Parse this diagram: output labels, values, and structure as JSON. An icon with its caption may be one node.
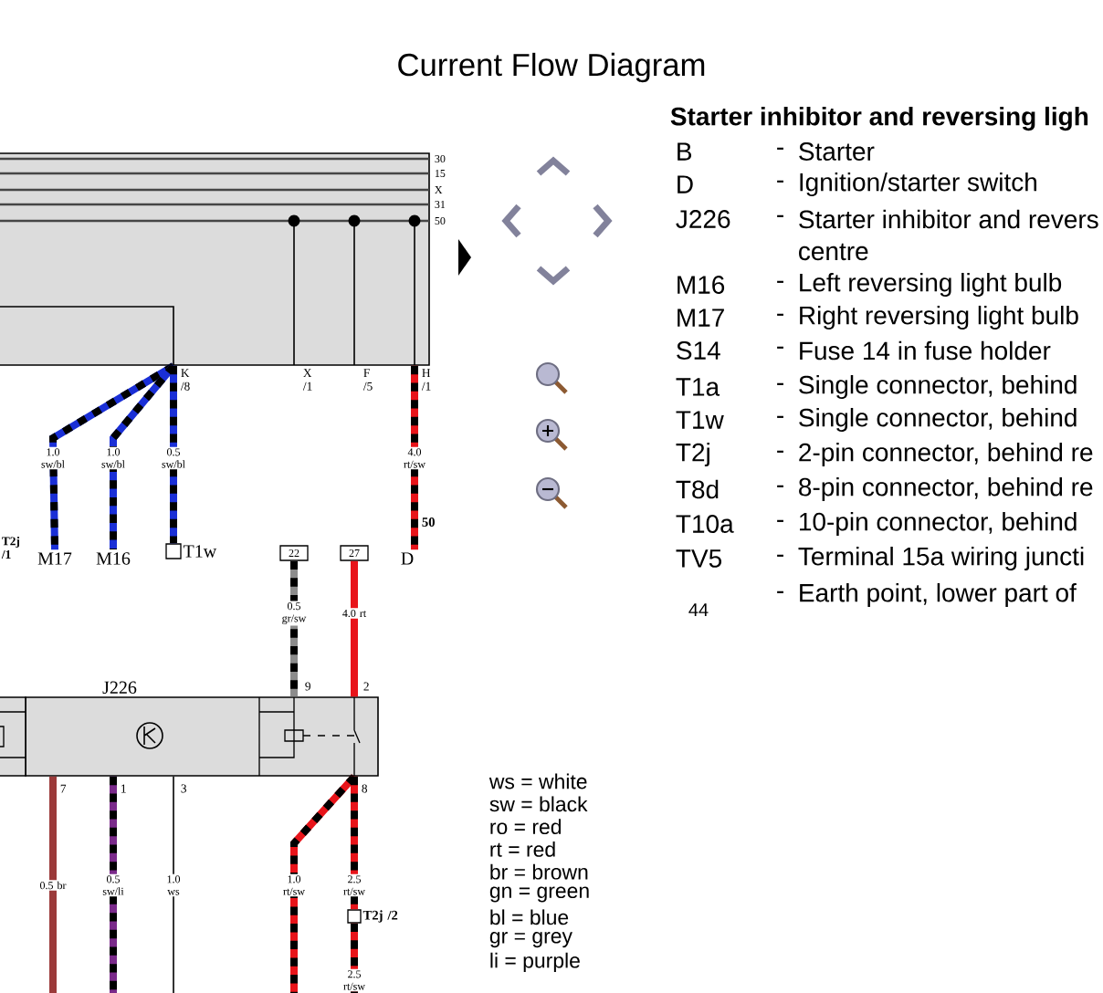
{
  "diagram": {
    "title": "Current Flow Diagram",
    "nodes": [
      {
        "text": [],
        "shape": "box",
        "beside": [
          "30",
          "15",
          "X",
          "31",
          "50",
          "K /8",
          "X /1",
          "F /5",
          "H /1"
        ]
      },
      {
        "text": [
          "M17"
        ]
      },
      {
        "text": [
          "M16"
        ]
      },
      {
        "text": [
          "T1w"
        ]
      },
      {
        "text": [
          "D"
        ],
        "beside": [
          "50"
        ]
      },
      {
        "text": [
          "22"
        ]
      },
      {
        "text": [
          "27"
        ]
      },
      {
        "text": [
          "J226"
        ]
      },
      {
        "text": [
          "T2j /2"
        ]
      }
    ],
    "edges": [
      {
        "from": 0,
        "to": 1,
        "arrow": "none",
        "label": "1.0 sw/bl",
        "color": "#1a2fd6"
      },
      {
        "from": 0,
        "to": 2,
        "arrow": "none",
        "label": "1.0 sw/bl",
        "color": "#1a2fd6"
      },
      {
        "from": 0,
        "to": 3,
        "arrow": "none",
        "label": "0.5 sw/bl",
        "color": "#1a2fd6"
      },
      {
        "from": 0,
        "to": 4,
        "arrow": "none",
        "label": "4.0 rt/sw",
        "color": "#e8141a"
      },
      {
        "from": 5,
        "to": 7,
        "arrow": "none",
        "label": "0.5 gr/sw",
        "color": "#8c8c8c"
      },
      {
        "from": 6,
        "to": 7,
        "arrow": "none",
        "label": "4.0 rt",
        "color": "#e8141a"
      },
      {
        "from": 7,
        "to": null,
        "arrow": "none",
        "label": "0.5 br",
        "color": "#9b3a3a"
      },
      {
        "from": 7,
        "to": null,
        "arrow": "none",
        "label": "0.5 sw/li",
        "color": "#7a2a8a"
      },
      {
        "from": 7,
        "to": null,
        "arrow": "none",
        "label": "1.0 ws",
        "color": "#000000"
      },
      {
        "from": 7,
        "to": null,
        "arrow": "none",
        "label": "1.0 rt/sw",
        "color": "#e8141a"
      },
      {
        "from": 7,
        "to": 8,
        "arrow": "none",
        "label": "2.5 rt/sw",
        "color": "#e8141a"
      },
      {
        "from": 8,
        "to": null,
        "arrow": "none",
        "label": "2.5 rt/sw",
        "color": "#e8141a"
      }
    ],
    "labels": [
      "T2j /1",
      "9",
      "2",
      "7",
      "1",
      "3",
      "8",
      "Starter inhibitor and reversing ligh",
      "B",
      "-",
      "Starter",
      "D",
      "-",
      "Ignition/starter switch",
      "J226",
      "-",
      "Starter inhibitor and revers",
      "centre",
      "M16",
      "-",
      "Left reversing light bulb",
      "M17",
      "-",
      "Right reversing light bulb",
      "S14",
      "-",
      "Fuse 14 in fuse holder",
      "T1a",
      "-",
      "Single connector, behind",
      "T1w",
      "-",
      "Single connector, behind",
      "T2j",
      "-",
      "2-pin connector, behind re",
      "T8d",
      "-",
      "8-pin connector, behind re",
      "T10a",
      "-",
      "10-pin connector, behind",
      "TV5",
      "-",
      "Terminal 15a wiring juncti",
      "44",
      "-",
      "Earth point, lower part of",
      "ws = white",
      "sw = black",
      "ro  = red",
      "rt   = red",
      "br  = brown",
      "gn  = green",
      "bl  = blue",
      "gr  = grey",
      "li    = purple"
    ]
  }
}
